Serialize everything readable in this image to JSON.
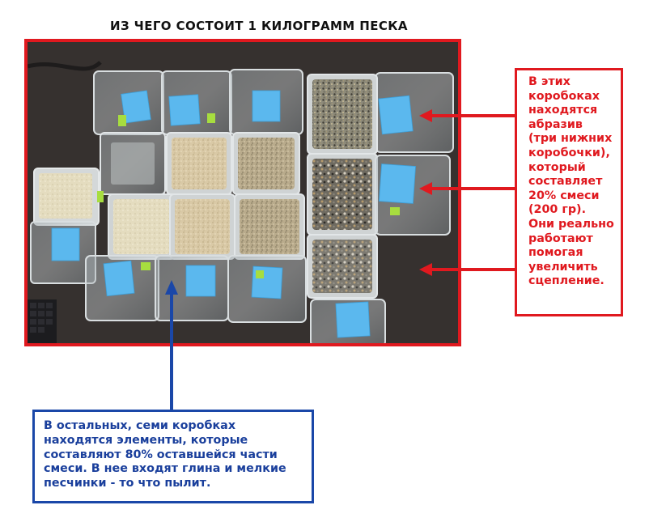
{
  "title": "ИЗ ЧЕГО СОСТОИТ 1 КИЛОГРАММ ПЕСКА",
  "callout_abrasive": "В этих\nкоробоках\nнаходятся\nабразив\n(три нижних\nкоробочки),\nкоторый\nсоставляет\n20% смеси\n(200 гр).\nОни реально\nработают\nпомогая\nувеличить\nсцепление.",
  "callout_rest": "В остальных, семи коробках\nнаходятся элементы, которые\nсоставляют 80% оставшейся части\nсмеси. В нее входят глина и мелкие\nпесчинки - то что пылит.",
  "colors": {
    "accent_red": "#e0191f",
    "accent_blue": "#1a47a8",
    "sticky_note": "#5bb8ee"
  }
}
